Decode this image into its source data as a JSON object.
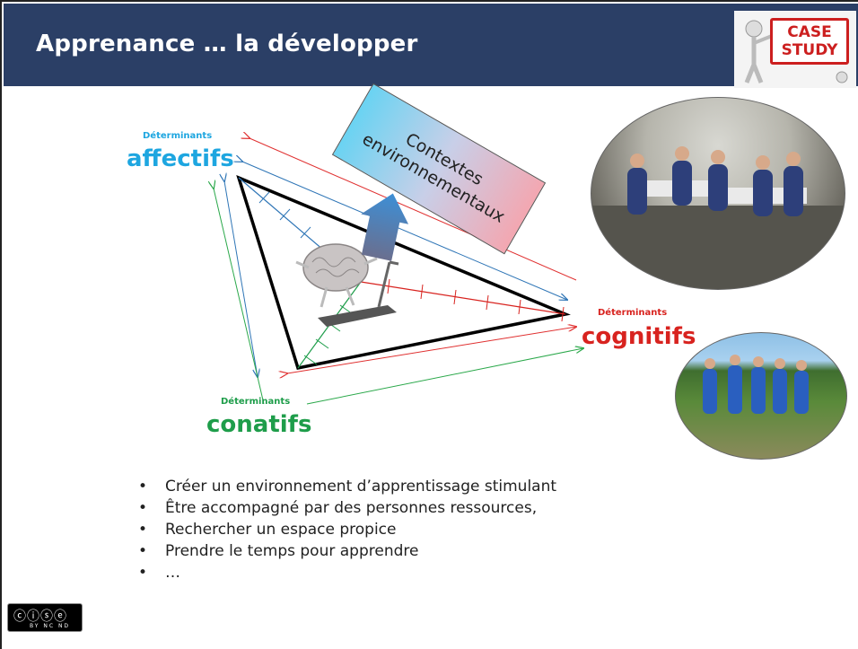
{
  "slide": {
    "title": "Apprenance … la développer",
    "badge_line1": "CASE",
    "badge_line2": "STUDY"
  },
  "diagram": {
    "affectifs": {
      "small": "Déterminants",
      "big": "affectifs"
    },
    "cognitifs": {
      "small": "Déterminants",
      "big": "cognitifs"
    },
    "conatifs": {
      "small": "Déterminants",
      "big": "conatifs"
    },
    "context_line1": "Contextes",
    "context_line2": "environnementaux",
    "colors": {
      "affectifs": "#1ea6e0",
      "cognitifs": "#d8231f",
      "conatifs": "#1e9d4a"
    }
  },
  "bullets": [
    "Créer un environnement d’apprentissage stimulant",
    "Être accompagné par des personnes ressources,",
    "Rechercher un espace propice",
    "Prendre  le temps pour apprendre",
    "…"
  ],
  "license": {
    "glyphs": "ⓒⓘⓢⓔ",
    "tags": "BY NC ND"
  }
}
